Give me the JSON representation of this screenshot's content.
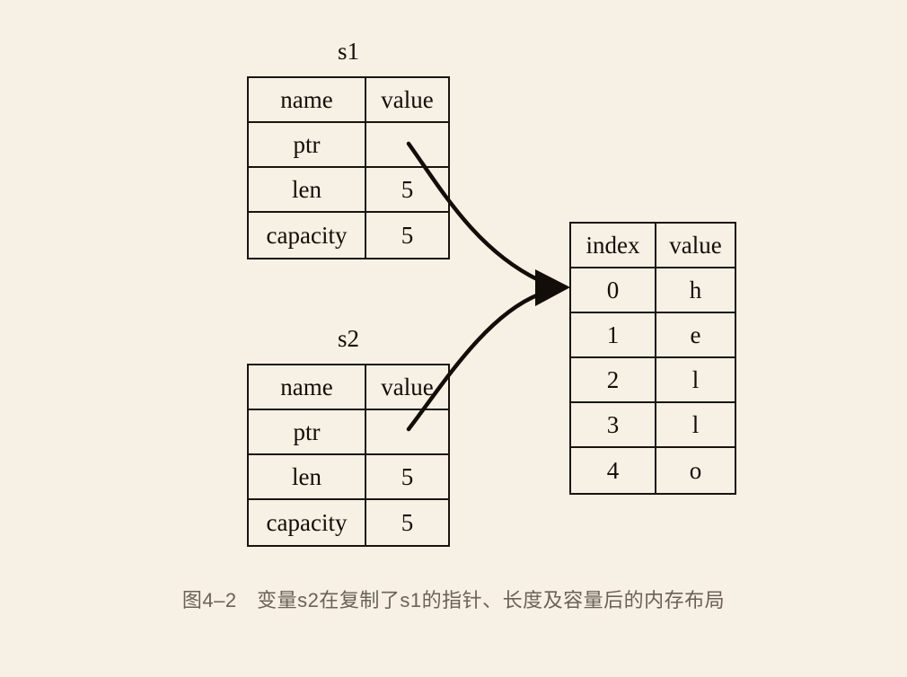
{
  "figure": {
    "caption": "图4–2　变量s2在复制了s1的指针、长度及容量后的内存布局",
    "background_color": "#f7f0e4",
    "ink_color": "#1a1410",
    "caption_color": "#6a6158"
  },
  "structs": [
    {
      "label": "s1",
      "header": {
        "name": "name",
        "value": "value"
      },
      "rows": [
        {
          "name": "ptr",
          "value": ""
        },
        {
          "name": "len",
          "value": "5"
        },
        {
          "name": "capacity",
          "value": "5"
        }
      ]
    },
    {
      "label": "s2",
      "header": {
        "name": "name",
        "value": "value"
      },
      "rows": [
        {
          "name": "ptr",
          "value": ""
        },
        {
          "name": "len",
          "value": "5"
        },
        {
          "name": "capacity",
          "value": "5"
        }
      ]
    }
  ],
  "heap": {
    "header": {
      "index": "index",
      "value": "value"
    },
    "rows": [
      {
        "index": "0",
        "value": "h"
      },
      {
        "index": "1",
        "value": "e"
      },
      {
        "index": "2",
        "value": "l"
      },
      {
        "index": "3",
        "value": "l"
      },
      {
        "index": "4",
        "value": "o"
      }
    ]
  },
  "pointers": [
    {
      "from": "s1.ptr",
      "to": "heap.index.0"
    },
    {
      "from": "s2.ptr",
      "to": "heap.index.0"
    }
  ]
}
